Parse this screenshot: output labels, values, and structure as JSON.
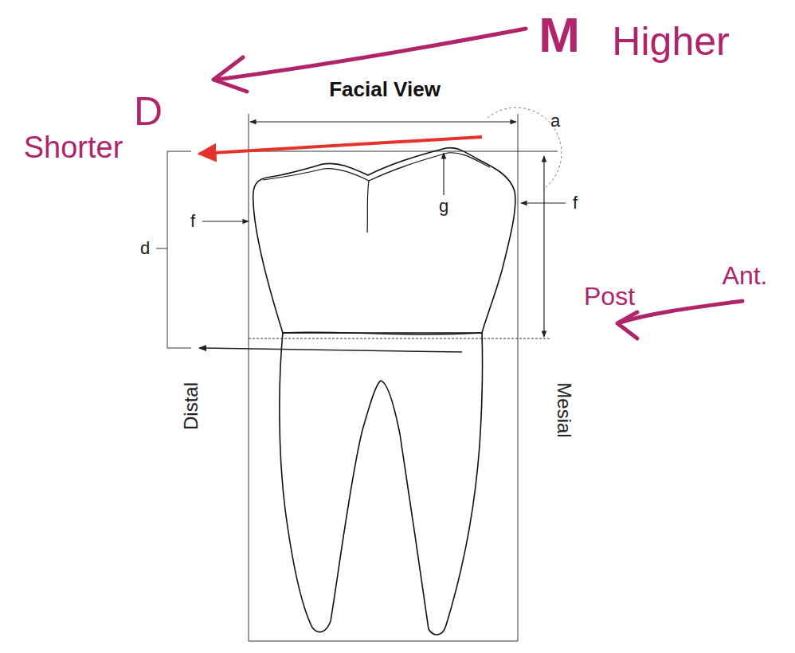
{
  "diagram": {
    "title": "Facial View",
    "labels": [
      "M",
      "Higher",
      "D",
      "Shorter",
      "a",
      "f",
      "g",
      "f",
      "d",
      "Post",
      "Ant.",
      "Distal",
      "Mesial"
    ]
  }
}
